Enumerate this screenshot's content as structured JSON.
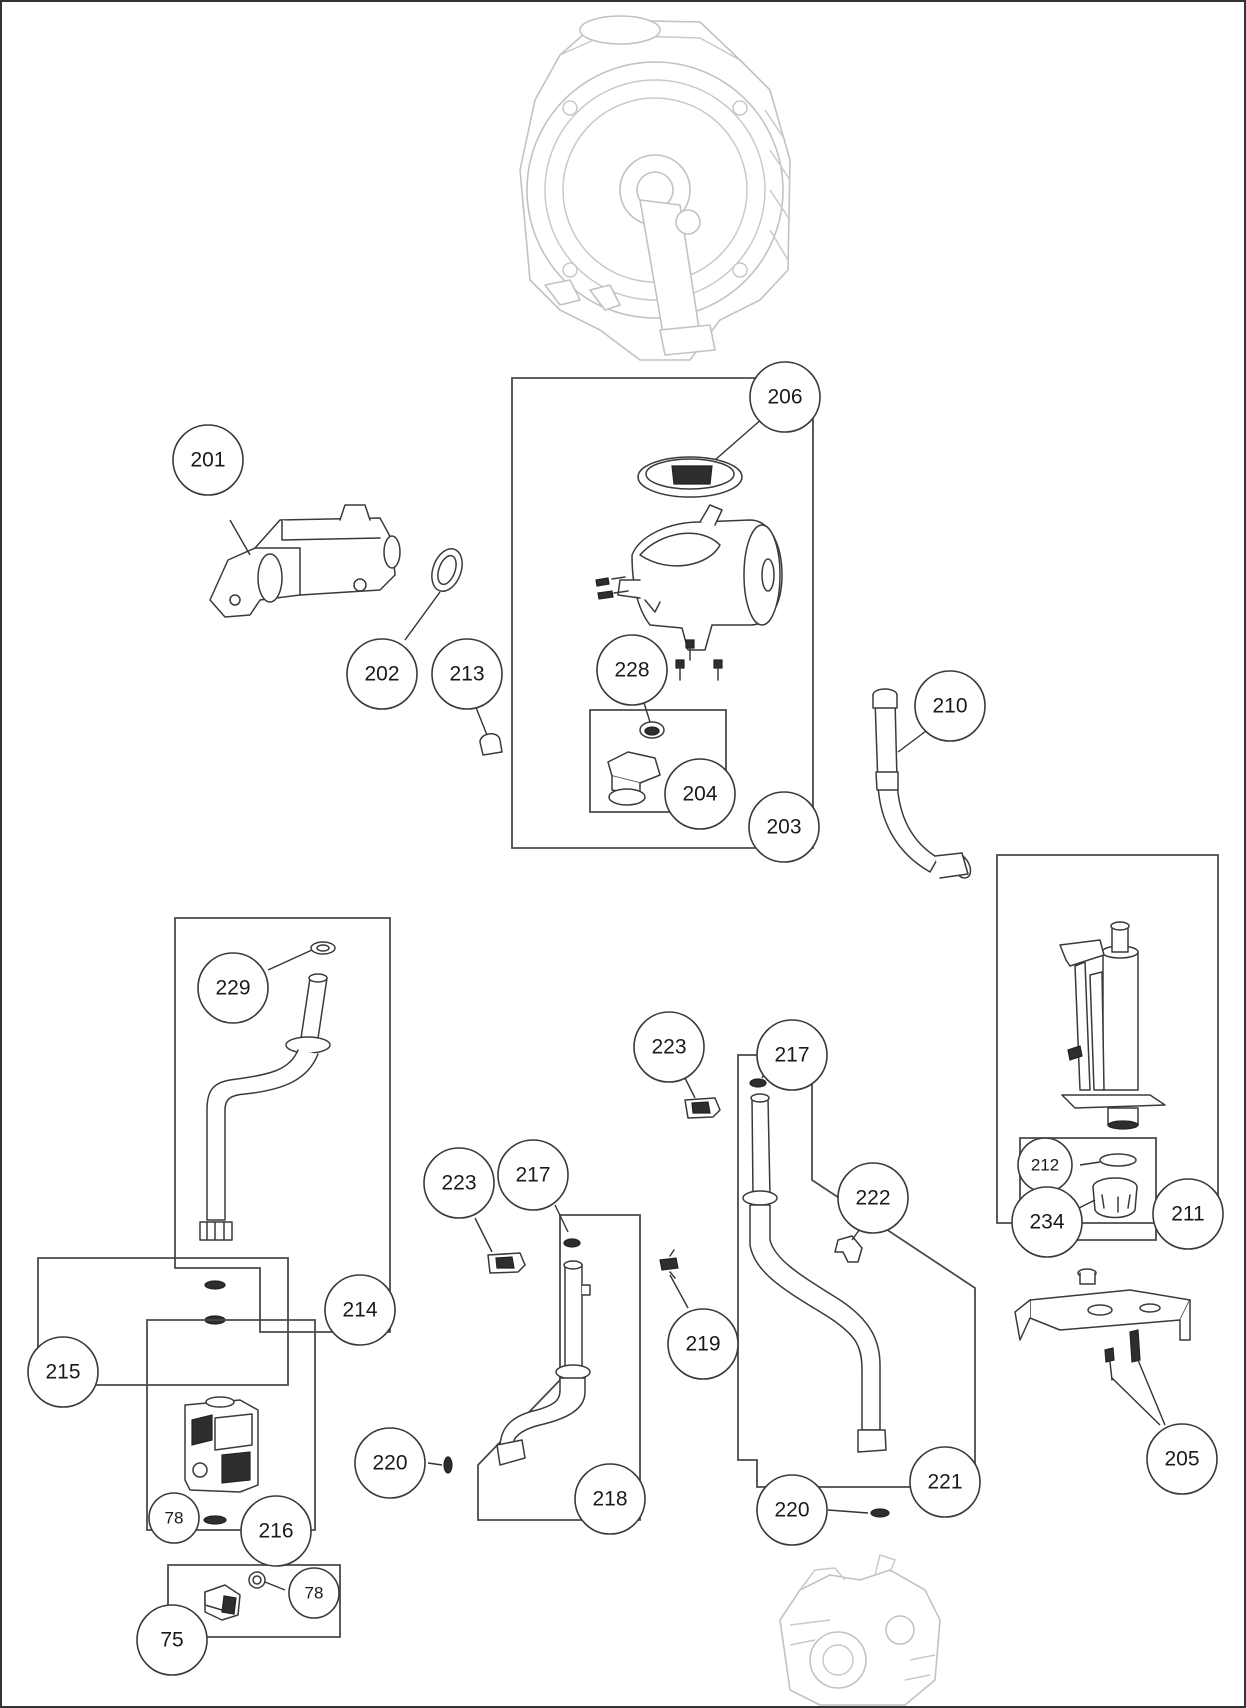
{
  "callouts": {
    "c201": "201",
    "c202": "202",
    "c213": "213",
    "c206": "206",
    "c228": "228",
    "c204": "204",
    "c203": "203",
    "c210": "210",
    "c229": "229",
    "c214": "214",
    "c215": "215",
    "c78a": "78",
    "c216": "216",
    "c78b": "78",
    "c75": "75",
    "c223a": "223",
    "c217a": "217",
    "c220a": "220",
    "c218": "218",
    "c219": "219",
    "c223b": "223",
    "c217b": "217",
    "c222": "222",
    "c221": "221",
    "c220b": "220",
    "c212": "212",
    "c234": "234",
    "c211": "211",
    "c205": "205"
  },
  "colors": {
    "line": "#3a3a3a",
    "ghost": "#c2c2c2",
    "background": "#ffffff"
  }
}
